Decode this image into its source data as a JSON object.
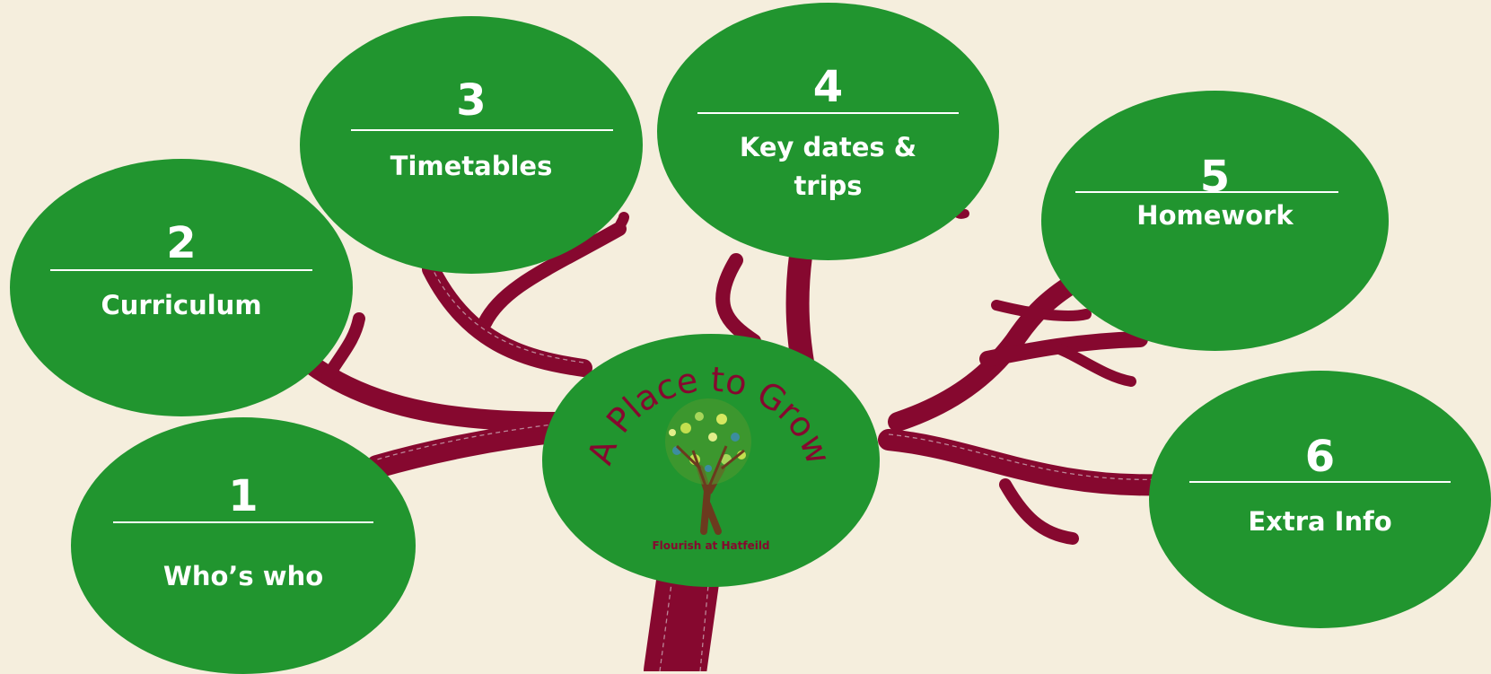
{
  "bubbles": [
    {
      "number": "1",
      "label": "Who’s who"
    },
    {
      "number": "2",
      "label": "Curriculum"
    },
    {
      "number": "3",
      "label": "Timetables"
    },
    {
      "number": "4",
      "label": "Key dates &",
      "label2": "trips"
    },
    {
      "number": "5",
      "label": "Homework"
    },
    {
      "number": "6",
      "label": "Extra Info"
    }
  ],
  "logo": {
    "title": "A Place to Grow",
    "subtitle": "Flourish at Hatfeild"
  },
  "colors": {
    "background": "#f5eedd",
    "bubble": "#21952f",
    "branch": "#86082f"
  }
}
